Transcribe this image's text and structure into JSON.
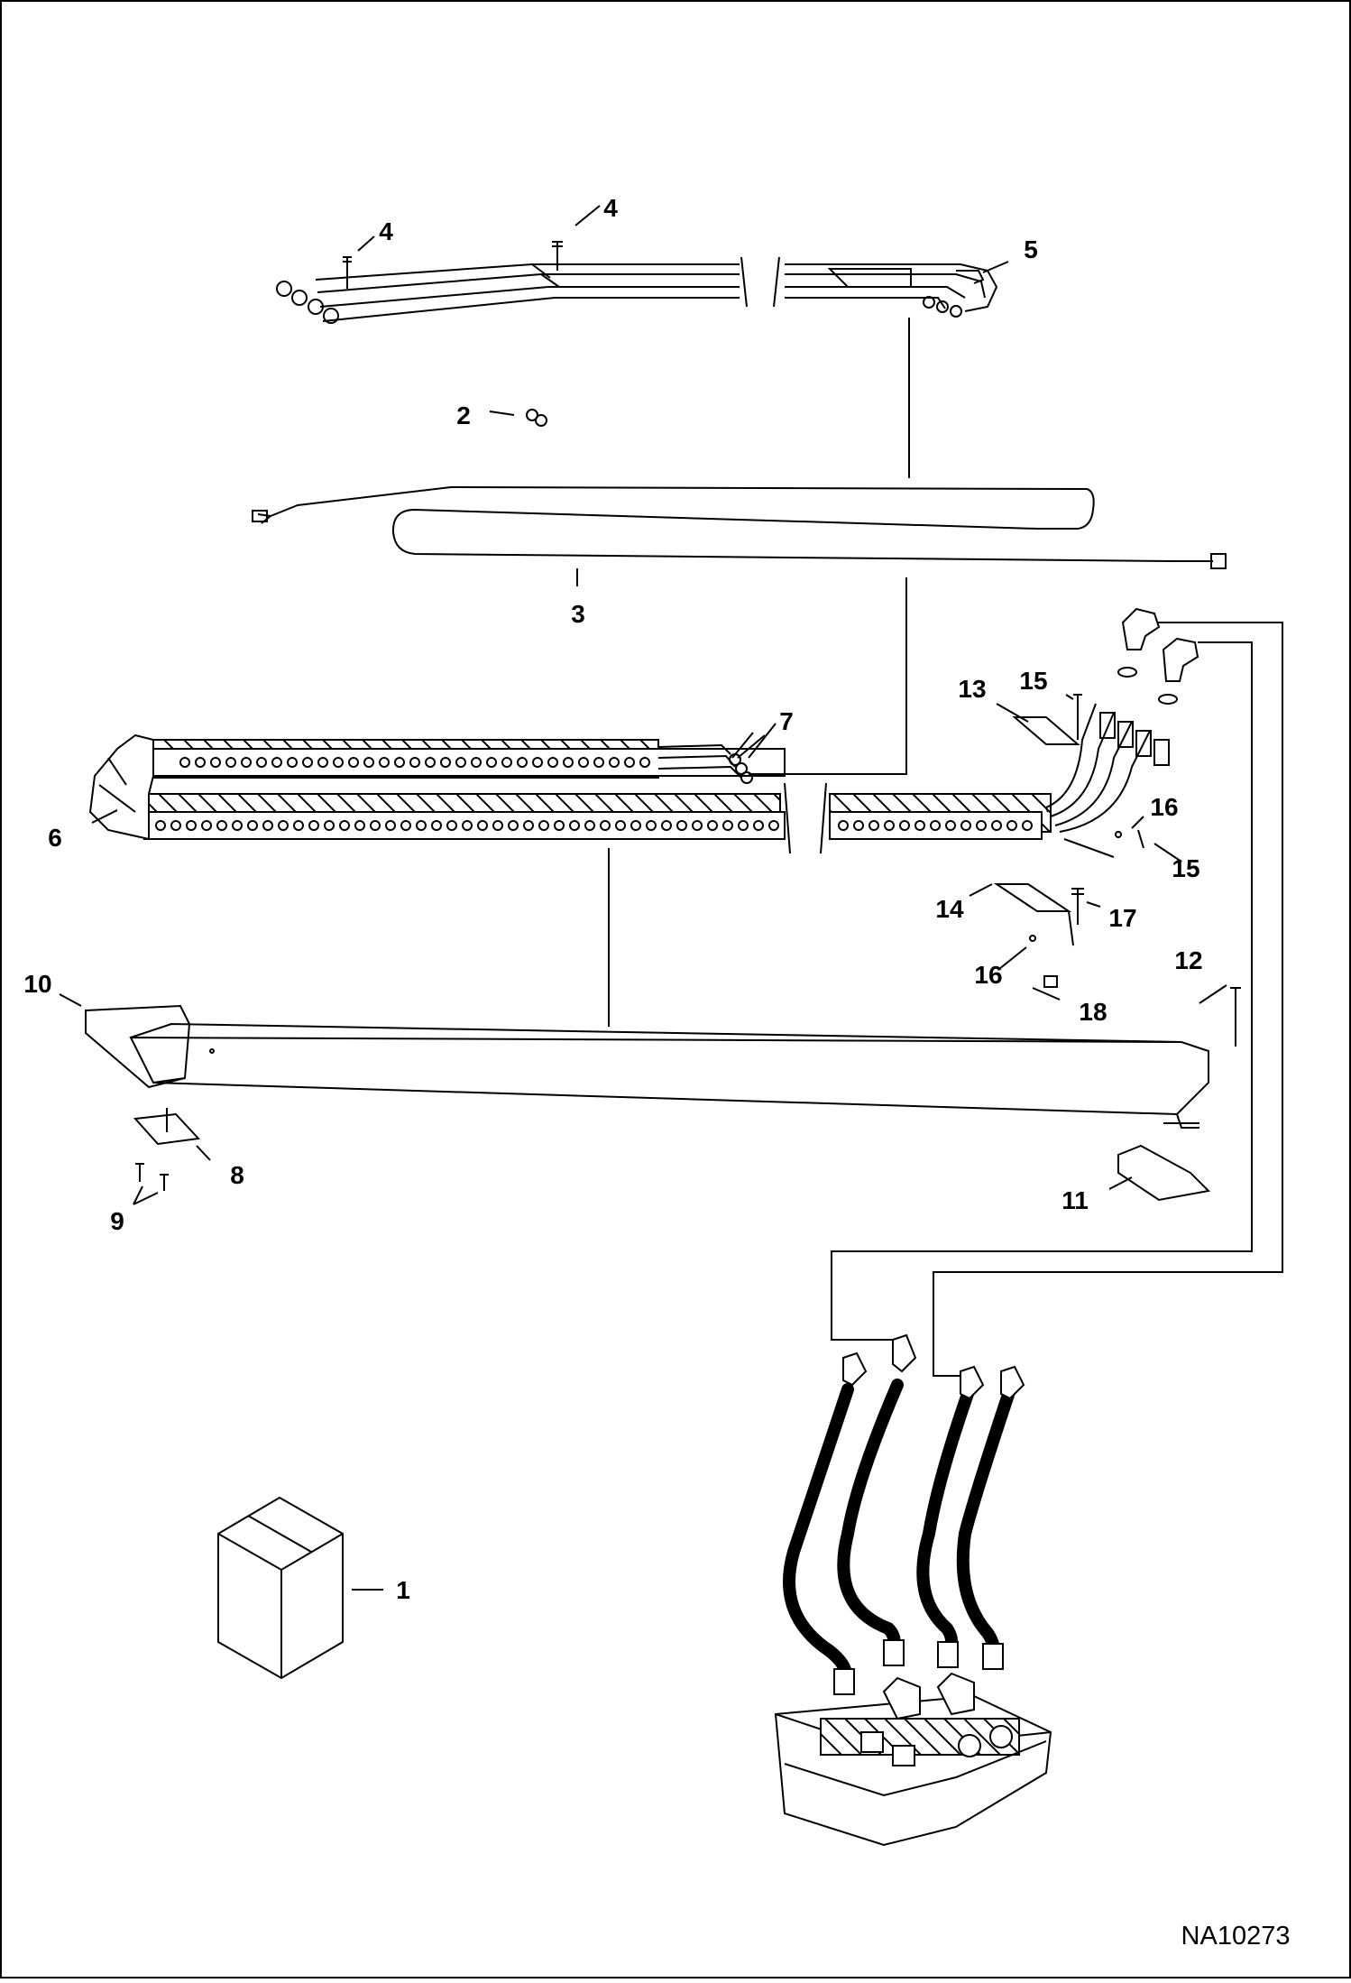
{
  "drawing_number": "NA10273",
  "callouts": {
    "c1": "1",
    "c2": "2",
    "c3": "3",
    "c4a": "4",
    "c4b": "4",
    "c5": "5",
    "c6": "6",
    "c7": "7",
    "c8": "8",
    "c9": "9",
    "c10": "10",
    "c11": "11",
    "c12": "12",
    "c13": "13",
    "c14": "14",
    "c15a": "15",
    "c15b": "15",
    "c16a": "16",
    "c16b": "16",
    "c17": "17",
    "c18": "18"
  },
  "colors": {
    "line": "#000000",
    "background": "#ffffff"
  }
}
